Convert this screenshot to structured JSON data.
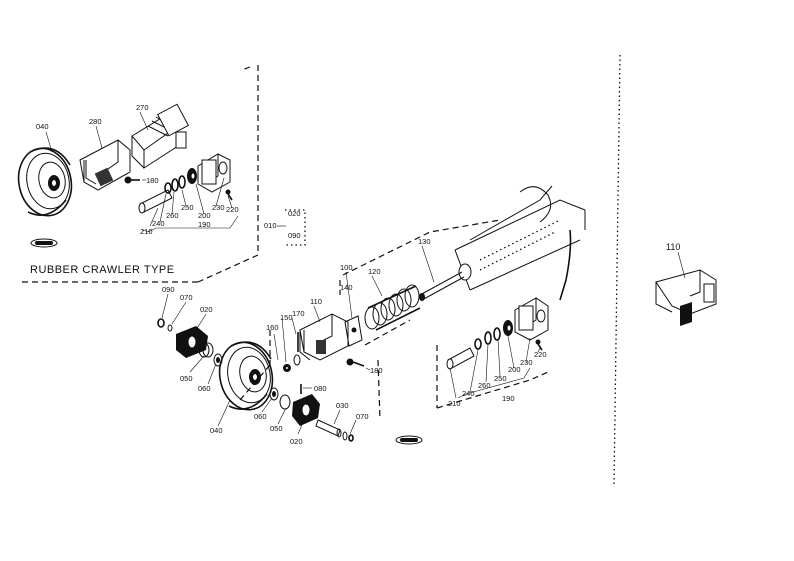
{
  "section_title": "RUBBER CRAWLER TYPE",
  "labels": {
    "l270": "270",
    "l280": "280",
    "l040a": "040",
    "l180a": "180",
    "l210a": "210",
    "l240a": "240",
    "l260a": "260",
    "l250a": "250",
    "l200a": "200",
    "l230a": "230",
    "l220a": "220",
    "l190a": "190",
    "l010": "010",
    "l020": "020",
    "l090a": "090",
    "l100": "100",
    "l120": "120",
    "l130": "130",
    "l140": "140",
    "l110a": "110",
    "l170": "170",
    "l150": "150",
    "l160": "160",
    "l180b": "180",
    "l090b": "090",
    "l070a": "070",
    "l020a": "020",
    "l050a": "050",
    "l060a": "060",
    "l040b": "040",
    "l080a": "080",
    "l060b": "060",
    "l050b": "050",
    "l020b": "020",
    "l030": "030",
    "l070b": "070",
    "l210b": "210",
    "l240b": "240",
    "l260b": "260",
    "l250b": "250",
    "l200b": "200",
    "l230b": "230",
    "l220b": "220",
    "l190b": "190",
    "l110b": "110"
  }
}
